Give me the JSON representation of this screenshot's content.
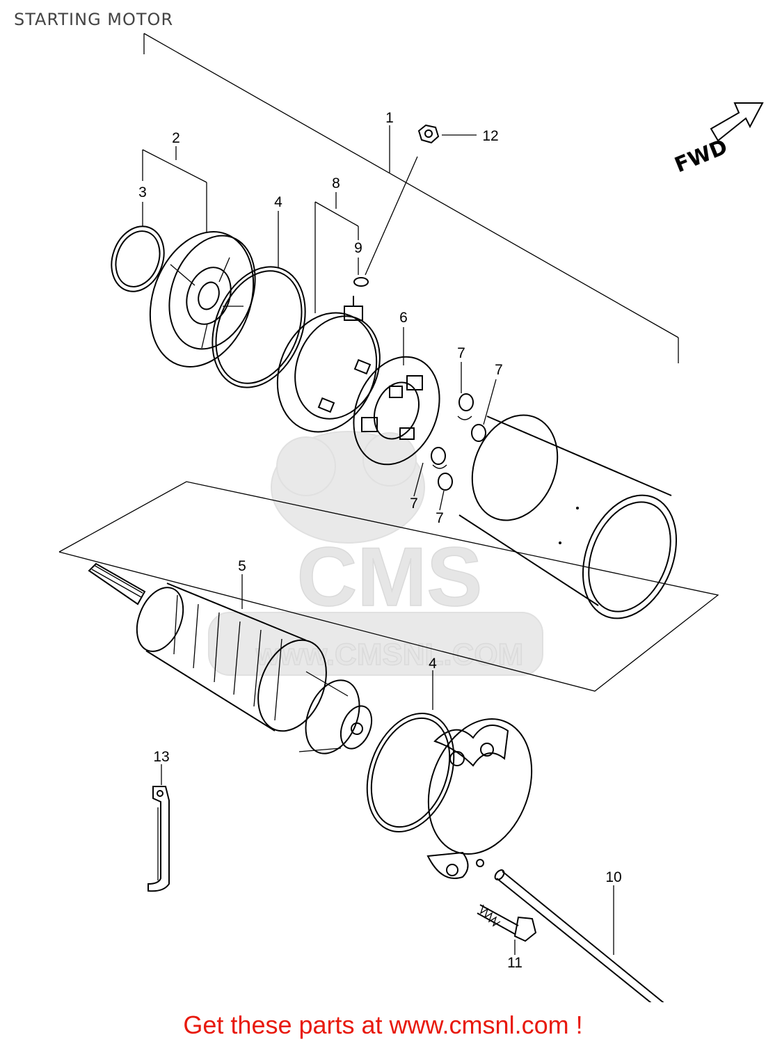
{
  "title": "STARTING MOTOR",
  "fwd_label": "FWD",
  "watermark": {
    "logo": "CMS",
    "url": "www.CMSNL.COM"
  },
  "callouts": {
    "c1": "1",
    "c2": "2",
    "c3": "3",
    "c4a": "4",
    "c4b": "4",
    "c5": "5",
    "c6": "6",
    "c7a": "7",
    "c7b": "7",
    "c7c": "7",
    "c7d": "7",
    "c8": "8",
    "c9": "9",
    "c10": "10",
    "c11": "11",
    "c12": "12",
    "c13": "13"
  },
  "footer": "Get these parts at www.cmsnl.com !"
}
